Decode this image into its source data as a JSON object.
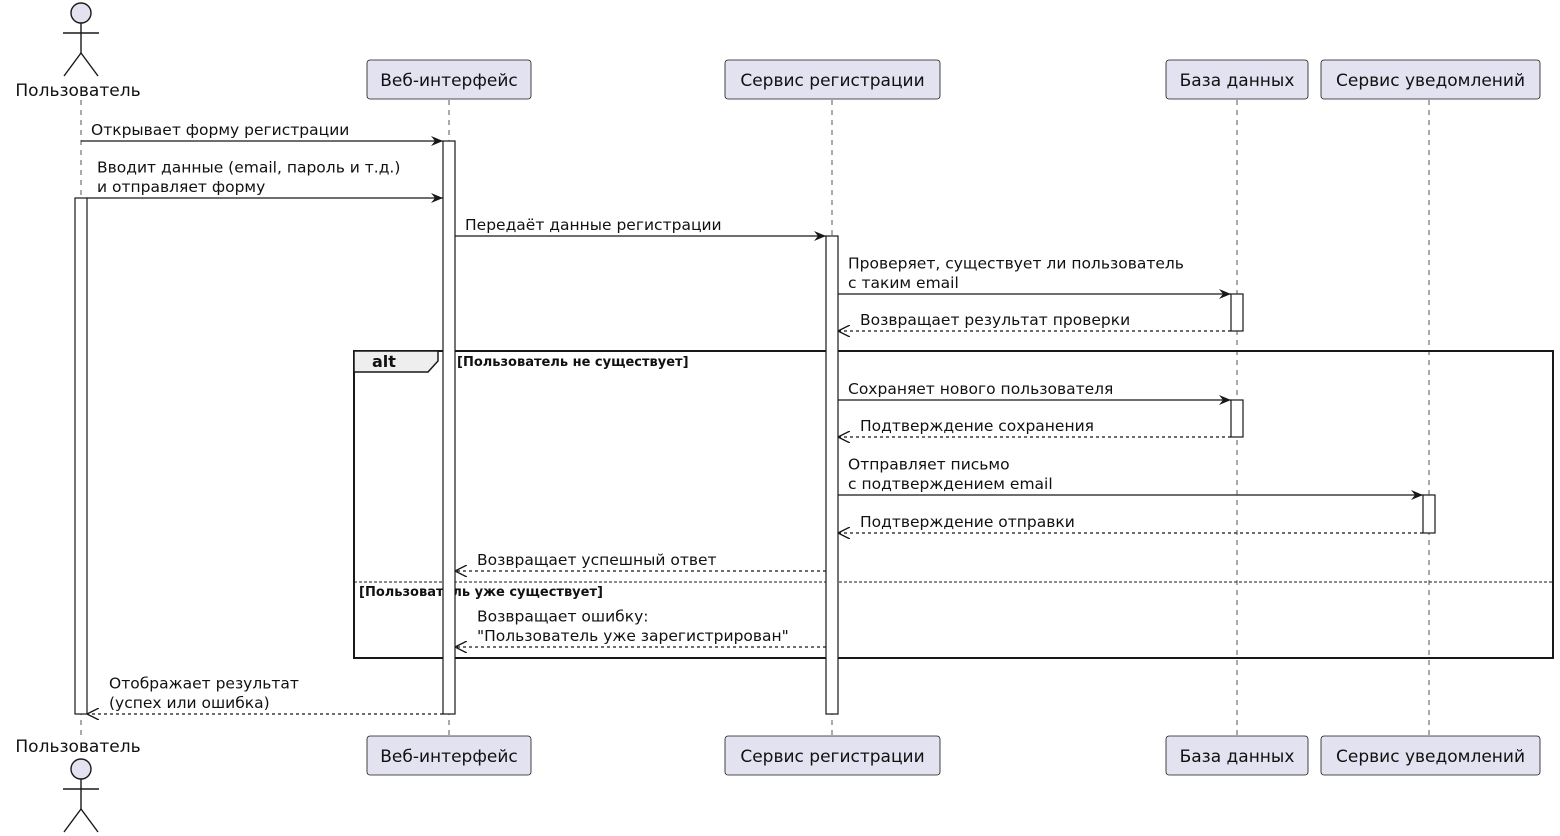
{
  "participants": [
    {
      "id": "user",
      "label": "Пользователь",
      "kind": "actor"
    },
    {
      "id": "web",
      "label": "Веб-интерфейс",
      "kind": "participant"
    },
    {
      "id": "reg",
      "label": "Сервис регистрации",
      "kind": "participant"
    },
    {
      "id": "db",
      "label": "База данных",
      "kind": "participant"
    },
    {
      "id": "notify",
      "label": "Сервис уведомлений",
      "kind": "participant"
    }
  ],
  "messages": [
    {
      "from": "user",
      "to": "web",
      "lines": [
        "Открывает форму регистрации"
      ],
      "style": "sync"
    },
    {
      "from": "user",
      "to": "web",
      "lines": [
        "Вводит данные (email, пароль и т.д.)",
        "и отправляет форму"
      ],
      "style": "sync"
    },
    {
      "from": "web",
      "to": "reg",
      "lines": [
        "Передаёт данные регистрации"
      ],
      "style": "sync"
    },
    {
      "from": "reg",
      "to": "db",
      "lines": [
        "Проверяет, существует ли пользователь",
        "с таким email"
      ],
      "style": "sync"
    },
    {
      "from": "db",
      "to": "reg",
      "lines": [
        "Возвращает результат проверки"
      ],
      "style": "reply"
    },
    {
      "from": "reg",
      "to": "db",
      "lines": [
        "Сохраняет нового пользователя"
      ],
      "style": "sync"
    },
    {
      "from": "db",
      "to": "reg",
      "lines": [
        "Подтверждение сохранения"
      ],
      "style": "reply"
    },
    {
      "from": "reg",
      "to": "notify",
      "lines": [
        "Отправляет письмо",
        "с подтверждением email"
      ],
      "style": "sync"
    },
    {
      "from": "notify",
      "to": "reg",
      "lines": [
        "Подтверждение отправки"
      ],
      "style": "reply"
    },
    {
      "from": "reg",
      "to": "web",
      "lines": [
        "Возвращает успешный ответ"
      ],
      "style": "reply"
    },
    {
      "from": "reg",
      "to": "web",
      "lines": [
        "Возвращает ошибку:",
        "\"Пользователь уже зарегистрирован\""
      ],
      "style": "reply"
    },
    {
      "from": "web",
      "to": "user",
      "lines": [
        "Отображает результат",
        "(успех или ошибка)"
      ],
      "style": "reply"
    }
  ],
  "fragment": {
    "operator": "alt",
    "guards": [
      "[Пользователь не существует]",
      "[Пользователь уже существует]"
    ]
  },
  "colors": {
    "participant_fill": "#e2e2f0",
    "participant_border": "#181818",
    "line": "#181818",
    "lifeline": "#555555",
    "activation_fill": "#ffffff"
  }
}
